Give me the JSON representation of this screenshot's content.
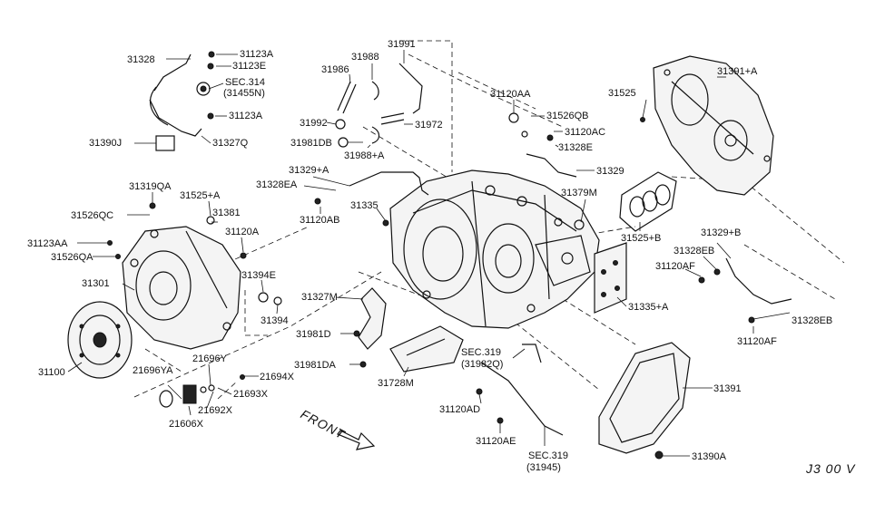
{
  "diagram": {
    "labels": {
      "l31328": "31328",
      "l31123A_a": "31123A",
      "l31123E": "31123E",
      "lsec314": "SEC.314",
      "lsec314sub": "(31455N)",
      "l31123A_b": "31123A",
      "l31390J": "31390J",
      "l31327Q": "31327Q",
      "l31986": "31986",
      "l31988": "31988",
      "l31991": "31991",
      "l31992": "31992",
      "l31972": "31972",
      "l31981DB": "31981DB",
      "l31988A": "31988+A",
      "l31329A": "31329+A",
      "l31328EA": "31328EA",
      "l31120AB": "31120AB",
      "l31335": "31335",
      "l31120AA": "31120AA",
      "l31526QB": "31526QB",
      "l31120AC": "31120AC",
      "l31328E": "31328E",
      "l31329": "31329",
      "l31379M": "31379M",
      "l31525": "31525",
      "l31391A": "31391+A",
      "l31525B": "31525+B",
      "l31329B": "31329+B",
      "l31328EB_a": "31328EB",
      "l31120AF_a": "31120AF",
      "l31328EB_b": "31328EB",
      "l31120AF_b": "31120AF",
      "l31335A": "31335+A",
      "l31319QA": "31319QA",
      "l31525A": "31525+A",
      "l31381": "31381",
      "l31526QC": "31526QC",
      "l31120A": "31120A",
      "l31123AA": "31123AA",
      "l31526QA": "31526QA",
      "l31301": "31301",
      "l31394E": "31394E",
      "l31394": "31394",
      "l31327M": "31327M",
      "l31981D": "31981D",
      "l31981DA": "31981DA",
      "l31728M": "31728M",
      "lsec319a": "SEC.319",
      "lsec319asub": "(31982Q)",
      "l31120AD": "31120AD",
      "l31120AE": "31120AE",
      "lsec319b": "SEC.319",
      "lsec319bsub": "(31945)",
      "l31391": "31391",
      "l31390A": "31390A",
      "l31100": "31100",
      "l21696Y": "21696Y",
      "l21696YA": "21696YA",
      "l21694X": "21694X",
      "l21693X": "21693X",
      "l21692X": "21692X",
      "l21606X": "21606X",
      "front": "FRONT",
      "code": "J3 00 V"
    }
  }
}
